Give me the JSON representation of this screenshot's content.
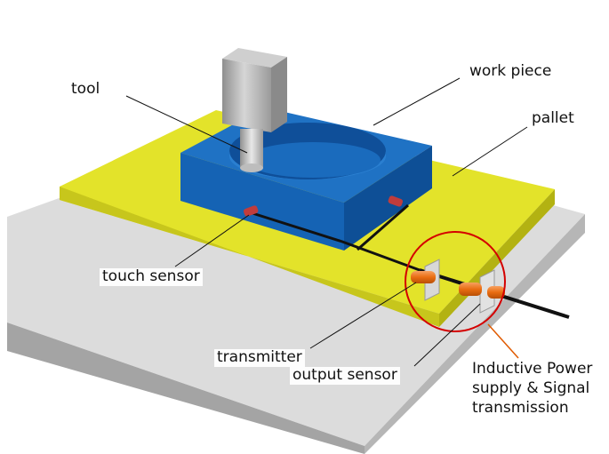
{
  "labels": {
    "tool": "tool",
    "work_piece": "work piece",
    "pallet": "pallet",
    "touch_sensor": "touch sensor",
    "transmitter": "transmitter",
    "output_sensor": "output sensor",
    "inductive": "Inductive Power\nsupply & Signal\ntransmission"
  },
  "colors": {
    "base_top": "#dcdcdc",
    "base_front": "#a9a9a9",
    "pallet_top": "#e3e32a",
    "pallet_side": "#b9b814",
    "work_top": "#1f72c4",
    "work_front": "#1460b0",
    "work_side": "#0d4d92",
    "highlight_circle": "#d40000",
    "callout_line": "#111111",
    "inductive_line": "#e05a00",
    "sensor": "#c03c3c",
    "coil": "#f07a1a"
  }
}
